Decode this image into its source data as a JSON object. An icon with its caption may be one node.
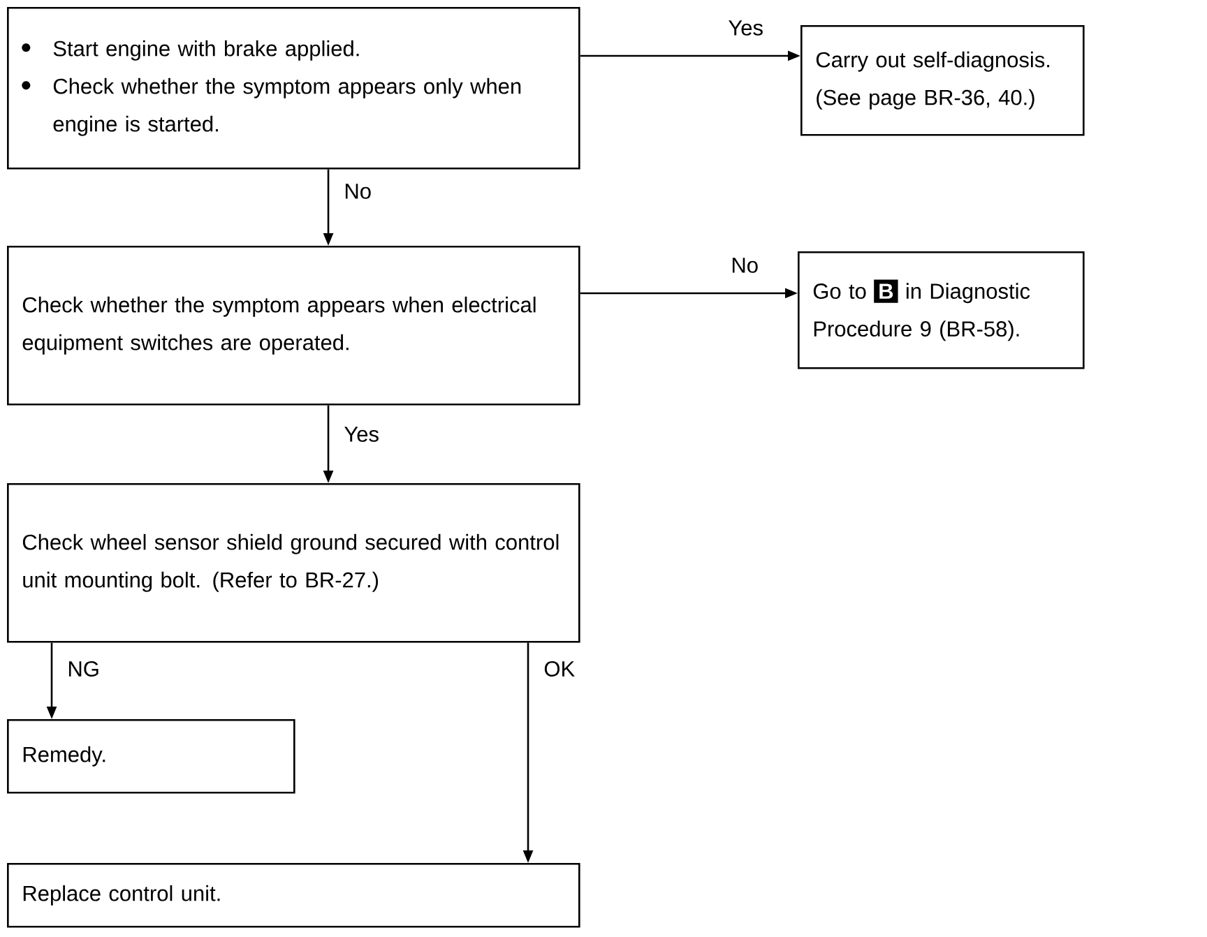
{
  "diagram": {
    "nodes": [
      {
        "text": [
          "Start engine with brake applied.",
          "Check whether the symptom appears only when engine is started."
        ]
      },
      {
        "text": [
          "Carry out self-diagnosis. (See page BR-36, 40.)"
        ]
      },
      {
        "text": [
          "Check whether the symptom appears when electrical equipment switches are operated."
        ]
      },
      {
        "text": [
          "Go to",
          "B",
          "in Diagnostic Procedure 9 (BR-58)."
        ]
      },
      {
        "text": [
          "Check wheel sensor shield ground secured with control unit mounting bolt. (Refer to BR-27.)"
        ]
      },
      {
        "text": [
          "Remedy."
        ]
      },
      {
        "text": [
          "Replace control unit."
        ]
      }
    ],
    "edges": [
      {
        "from": 0,
        "to": 1,
        "arrow": "to",
        "label": "Yes"
      },
      {
        "from": 0,
        "to": 2,
        "arrow": "to",
        "label": "No"
      },
      {
        "from": 2,
        "to": 3,
        "arrow": "to",
        "label": "No"
      },
      {
        "from": 2,
        "to": 4,
        "arrow": "to",
        "label": "Yes"
      },
      {
        "from": 4,
        "to": 5,
        "arrow": "to",
        "label": "NG"
      },
      {
        "from": 4,
        "to": 6,
        "arrow": "to",
        "label": "OK"
      }
    ]
  }
}
